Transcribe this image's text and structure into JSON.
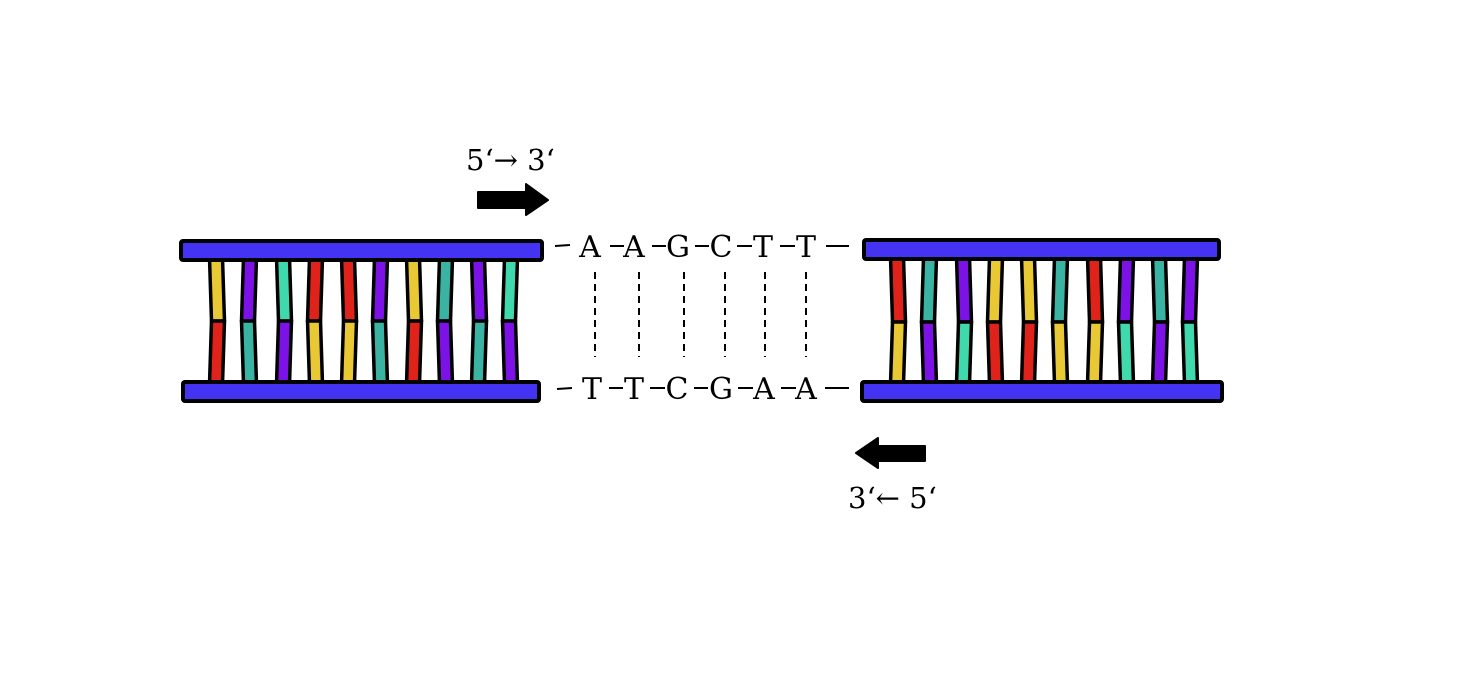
{
  "top_strand": {
    "direction_label": "5‘→ 3‘",
    "bases": [
      "A",
      "A",
      "G",
      "C",
      "T",
      "T"
    ]
  },
  "bottom_strand": {
    "direction_label": "3‘← 5‘",
    "bases": [
      "T",
      "T",
      "C",
      "G",
      "A",
      "A"
    ]
  },
  "colors": {
    "backbone": "#4433f2",
    "yellow": "#e8c834",
    "red": "#e0231a",
    "purple": "#7d12e6",
    "teal": "#3fd9ad",
    "teal_dark": "#3ab3a3",
    "outline": "#000000"
  },
  "left_segment": {
    "pairs": [
      [
        "yellow",
        "red"
      ],
      [
        "purple",
        "teal_dark"
      ],
      [
        "teal",
        "purple"
      ],
      [
        "red",
        "yellow"
      ],
      [
        "red",
        "yellow"
      ],
      [
        "purple",
        "teal_dark"
      ],
      [
        "yellow",
        "red"
      ],
      [
        "teal_dark",
        "purple"
      ],
      [
        "purple",
        "teal_dark"
      ],
      [
        "teal",
        "purple"
      ]
    ]
  },
  "right_segment": {
    "pairs": [
      [
        "red",
        "yellow"
      ],
      [
        "teal_dark",
        "purple"
      ],
      [
        "purple",
        "teal"
      ],
      [
        "yellow",
        "red"
      ],
      [
        "yellow",
        "red"
      ],
      [
        "teal_dark",
        "yellow"
      ],
      [
        "red",
        "yellow"
      ],
      [
        "purple",
        "teal"
      ],
      [
        "teal_dark",
        "purple"
      ],
      [
        "purple",
        "teal"
      ]
    ]
  }
}
